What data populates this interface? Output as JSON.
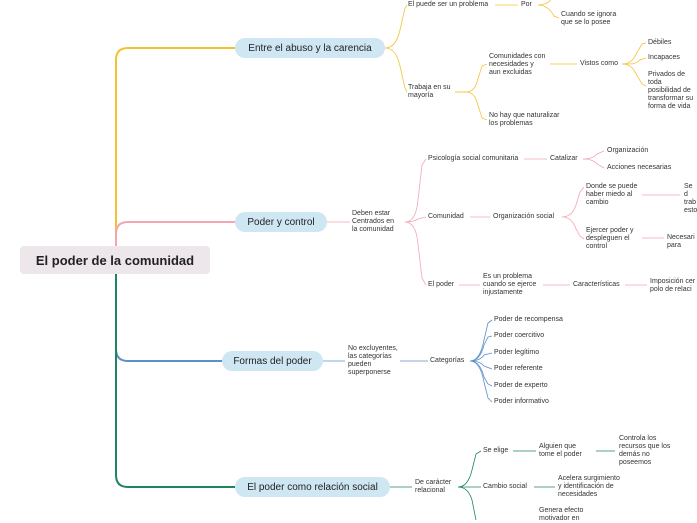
{
  "root": {
    "label": "El poder de la comunidad"
  },
  "branches": [
    {
      "label": "Entre el abuso y la carencia",
      "color": "#f5c133",
      "nodes": {
        "puede_ser": "El puede ser un problema",
        "por": "Por",
        "ignora": "Cuando se ignora\nque se lo posee",
        "trabaja": "Trabaja en su\nmayoría",
        "comunidades": "Comunidades con\nnecesidades y\naun excluidas",
        "vistos": "Vistos como",
        "debiles": "Débiles",
        "incapaces": "Incapaces",
        "privados": "Privados de toda\nposibilidad de\ntransformar su\nforma de vida",
        "no_naturalizar": "No hay que naturalizar\nlos problemas"
      }
    },
    {
      "label": "Poder y control",
      "color": "#f3a6b2",
      "nodes": {
        "deben": "Deben estar\nCentrados en\nla comunidad",
        "psicologia": "Psicología social comunitaria",
        "catalizar": "Catalizar",
        "organizacion": "Organización",
        "acciones": "Acciones necesarias",
        "comunidad": "Comunidad",
        "org_social": "Organización social",
        "donde": "Donde se puede\nhaber miedo al\ncambio",
        "se_cut": "Se d\ntrab\nesto",
        "ejercer": "Ejercer poder y\ndespleguen el\ncontrol",
        "necesario": "Necesari\npara",
        "el_poder": "El poder",
        "problema": "Es un problema\ncuando se ejerce\ninjustamente",
        "caracteristicas": "Características",
        "imposicion": "Imposición cer\npolo de relaci"
      }
    },
    {
      "label": "Formas del poder",
      "color": "#5b8fc9",
      "nodes": {
        "no_excluyentes": "No excluyentes,\nlas categorías\npueden\nsuperponerse",
        "categorias": "Categorías",
        "items": [
          "Poder de recompensa",
          "Poder coercitivo",
          "Poder legítimo",
          "Poder referente",
          "Poder de experto",
          "Poder informativo"
        ]
      }
    },
    {
      "label": "El poder como relación social",
      "color": "#1e8560",
      "nodes": {
        "caracter": "De carácter\nrelacional",
        "se_elige": "Se elige",
        "alguien": "Alguien que\ntome el poder",
        "controla": "Controla los\nrecursos que los\ndemás no\nposeemos",
        "cambio_social": "Cambio social",
        "acelera": "Acelera surgimiento\ny identificación de\nnecesidades",
        "genera": "Genera efecto\nmotivador en"
      }
    }
  ]
}
